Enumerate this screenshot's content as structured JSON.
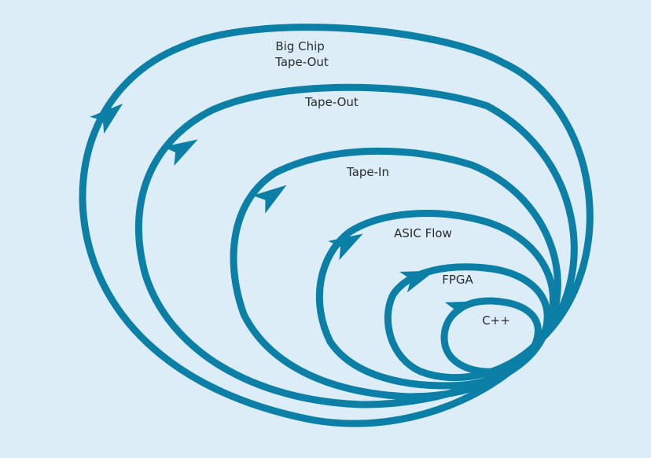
{
  "diagram": {
    "stroke_color": "#0b7fa6",
    "text_color": "#2b2b2b",
    "background": "#dcedf7",
    "loops": [
      {
        "label_lines": [
          "Big Chip",
          "Tape-Out"
        ],
        "arrow": "arrowhead-icon"
      },
      {
        "label_lines": [
          "Tape-Out"
        ],
        "arrow": "arrowhead-icon"
      },
      {
        "label_lines": [
          "Tape-In"
        ],
        "arrow": "arrowhead-icon"
      },
      {
        "label_lines": [
          "ASIC Flow"
        ],
        "arrow": "arrowhead-icon"
      },
      {
        "label_lines": [
          "FPGA"
        ],
        "arrow": "arrowhead-icon"
      },
      {
        "label_lines": [
          "C++"
        ],
        "arrow": "arrowhead-icon"
      }
    ]
  }
}
